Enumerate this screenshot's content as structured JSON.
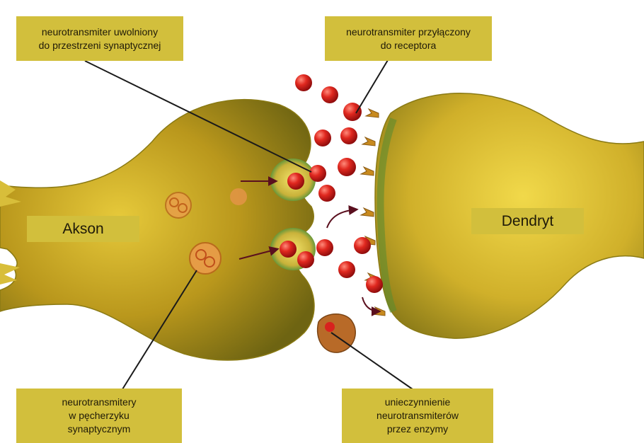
{
  "labels": {
    "released": "neurotransmiter uwolniony\ndo przestrzeni synaptycznej",
    "attached": "neurotransmiter przyłączony\ndo receptora",
    "vesicle": "neurotransmitery\nw pęcherzyku\nsynaptycznym",
    "enzyme": "unieczynnienie\nneurotransmiterów\nprzez enzymy",
    "axon": "Akson",
    "dendrite": "Dendryt"
  },
  "colors": {
    "label_bg": "#d2bf3c",
    "membrane": "#c6a81a",
    "membrane_dark": "#7a6a14",
    "neurotransmitter": "#d8221e",
    "receptor": "#c88a1e",
    "enzyme": "#b86a28",
    "pointer": "#1a1a1a",
    "arrow": "#5a0f1e"
  }
}
